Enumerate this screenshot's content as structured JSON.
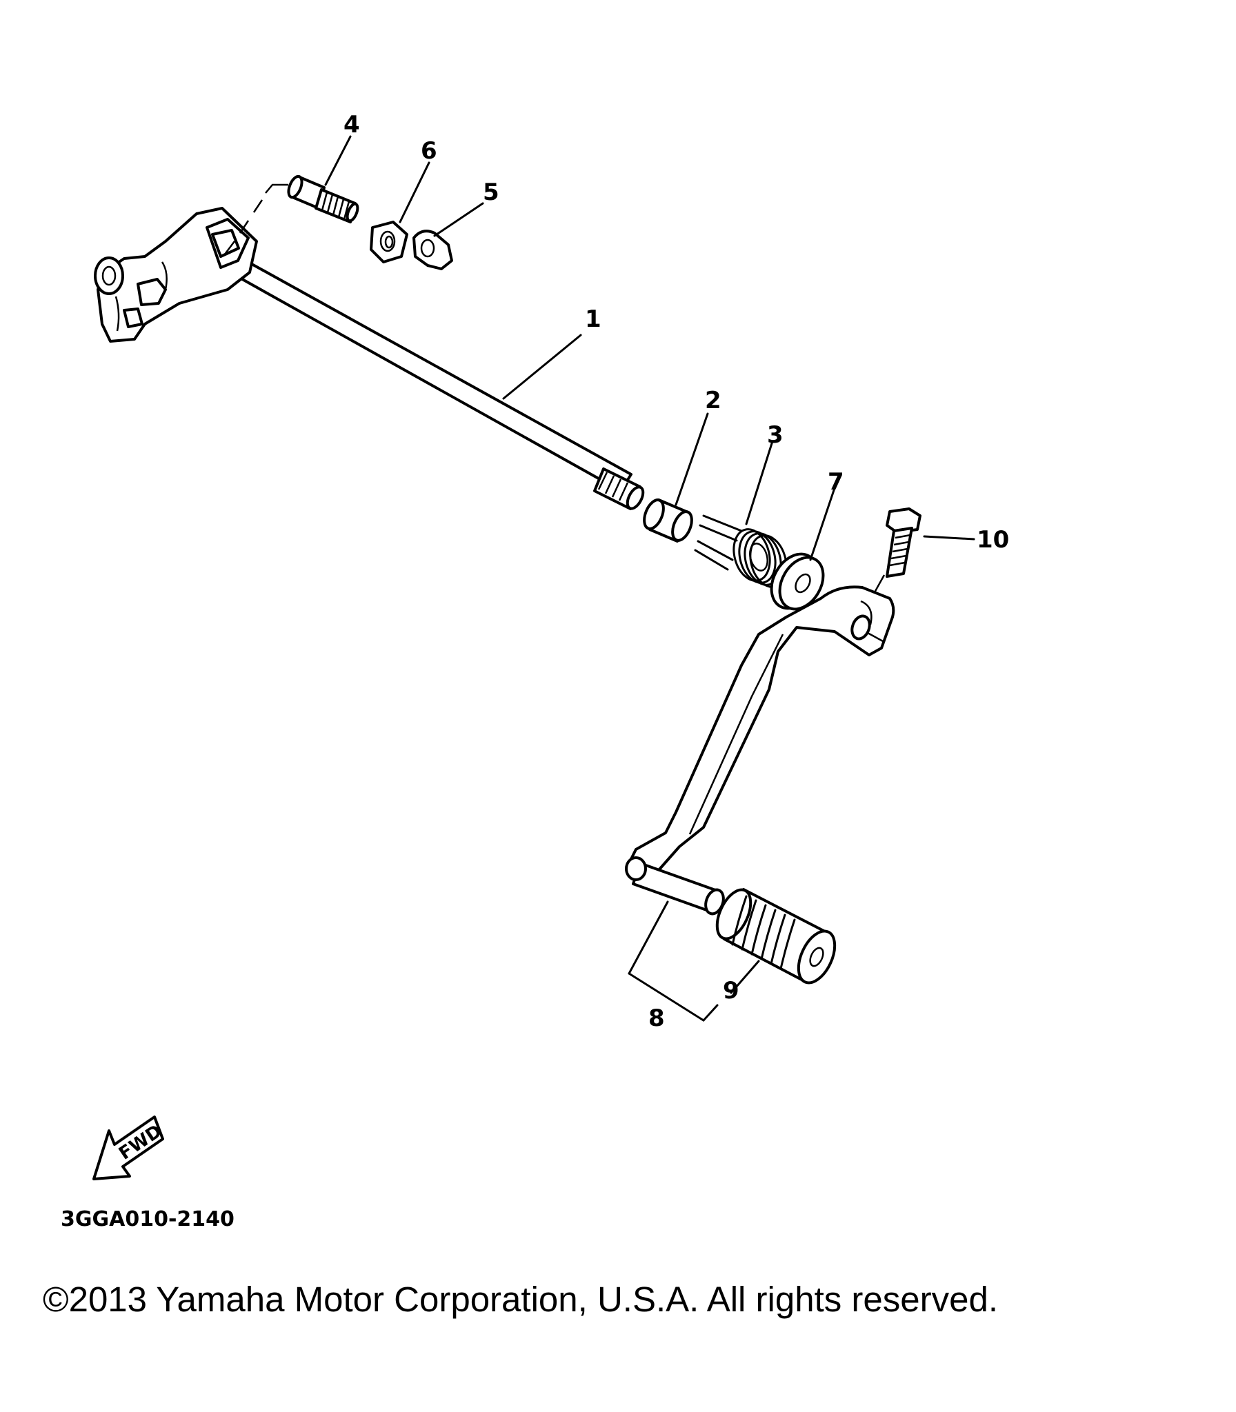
{
  "callouts": {
    "c1": "1",
    "c2": "2",
    "c3": "3",
    "c4": "4",
    "c5": "5",
    "c6": "6",
    "c7": "7",
    "c8": "8",
    "c9": "9",
    "c10": "10"
  },
  "fwd_label": "FWD",
  "diagram_code": "3GGA010-2140",
  "copyright": "©2013 Yamaha Motor Corporation, U.S.A. All rights reserved."
}
